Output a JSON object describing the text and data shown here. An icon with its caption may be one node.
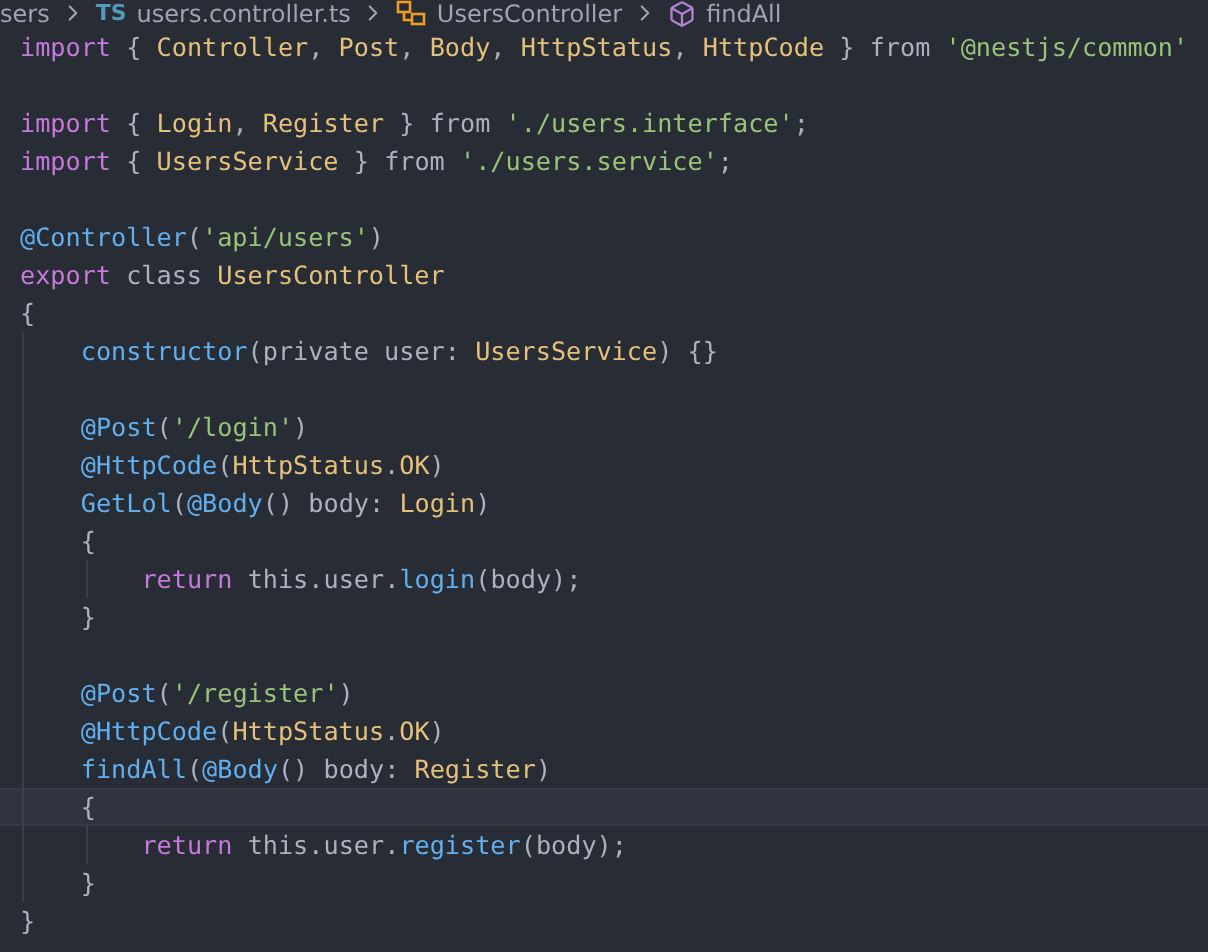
{
  "diagram": {
    "labels": [
      "sers",
      "TS",
      "users.controller.ts",
      "UsersController",
      "findAll",
      "import { Controller, Post, Body, HttpStatus, HttpCode } from '@nestjs/common'",
      "import { Login, Register } from './users.interface';",
      "import { UsersService } from './users.service';",
      "@Controller('api/users')",
      "export class UsersController",
      "{",
      "constructor(private user: UsersService) {}",
      "@Post('/login')",
      "@HttpCode(HttpStatus.OK)",
      "GetLol(@Body() body: Login)",
      "{",
      "return this.user.login(body);",
      "}",
      "@Post('/register')",
      "@HttpCode(HttpStatus.OK)",
      "findAll(@Body() body: Register)",
      "{",
      "return this.user.register(body);",
      "}",
      "}"
    ]
  }
}
